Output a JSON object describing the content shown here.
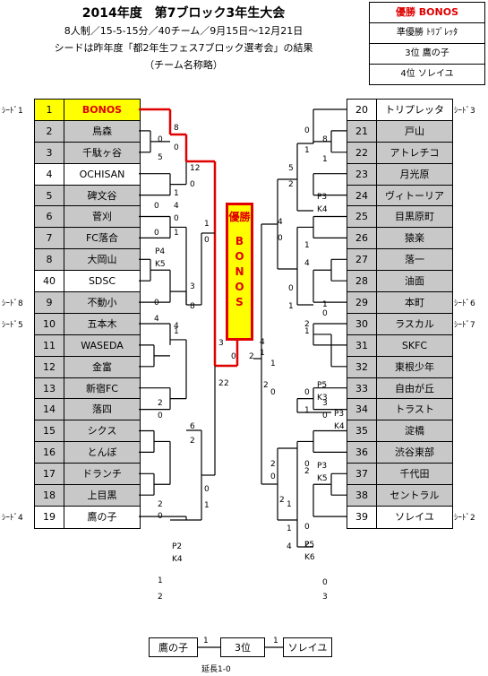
{
  "title": "2014年度　第7ブロック3年生大会",
  "subtitle1": "8人制／15-5-15分／40チーム／9月15日～12月21日",
  "subtitle2": "シードは昨年度「都2年生フェス7ブロック選考会」の結果",
  "subtitle3": "（チーム名称略）",
  "results": {
    "champion": "優勝 BONOS",
    "runner_up": "準優勝 ﾄﾘﾌﾟﾚｯﾀ",
    "third": "3位 鷹の子",
    "fourth": "4位 ソレイユ"
  },
  "champion_box": {
    "label": "優勝",
    "team_spaced": "BONOS"
  },
  "left_teams": [
    {
      "no": "1",
      "name": "BONOS",
      "seed": "ｼｰﾄﾞ1",
      "highlight": true
    },
    {
      "no": "2",
      "name": "鳥森"
    },
    {
      "no": "3",
      "name": "千駄ヶ谷"
    },
    {
      "no": "4",
      "name": "OCHISAN",
      "white": true
    },
    {
      "no": "5",
      "name": "碑文谷"
    },
    {
      "no": "6",
      "name": "菅刈"
    },
    {
      "no": "7",
      "name": "FC落合"
    },
    {
      "no": "8",
      "name": "大岡山"
    },
    {
      "no": "40",
      "name": "SDSC",
      "white": true
    },
    {
      "no": "9",
      "name": "不動小",
      "seed": "ｼｰﾄﾞ8"
    },
    {
      "no": "10",
      "name": "五本木",
      "seed": "ｼｰﾄﾞ5"
    },
    {
      "no": "11",
      "name": "WASEDA"
    },
    {
      "no": "12",
      "name": "金富"
    },
    {
      "no": "13",
      "name": "新宿FC"
    },
    {
      "no": "14",
      "name": "落四"
    },
    {
      "no": "15",
      "name": "シクス"
    },
    {
      "no": "16",
      "name": "とんぼ"
    },
    {
      "no": "17",
      "name": "ドランチ"
    },
    {
      "no": "18",
      "name": "上目黒"
    },
    {
      "no": "19",
      "name": "鷹の子",
      "seed": "ｼｰﾄﾞ4",
      "white": true
    }
  ],
  "right_teams": [
    {
      "no": "20",
      "name": "トリプレッタ",
      "seed": "ｼｰﾄﾞ3",
      "white": true
    },
    {
      "no": "21",
      "name": "戸山"
    },
    {
      "no": "22",
      "name": "アトレチコ"
    },
    {
      "no": "23",
      "name": "月光原"
    },
    {
      "no": "24",
      "name": "ヴィトーリア"
    },
    {
      "no": "25",
      "name": "目黒原町"
    },
    {
      "no": "26",
      "name": "猿楽"
    },
    {
      "no": "27",
      "name": "落一"
    },
    {
      "no": "28",
      "name": "油面"
    },
    {
      "no": "29",
      "name": "本町",
      "seed": "ｼｰﾄﾞ6"
    },
    {
      "no": "30",
      "name": "ラスカル",
      "seed": "ｼｰﾄﾞ7"
    },
    {
      "no": "31",
      "name": "SKFC"
    },
    {
      "no": "32",
      "name": "東根少年"
    },
    {
      "no": "33",
      "name": "自由が丘"
    },
    {
      "no": "34",
      "name": "トラスト"
    },
    {
      "no": "35",
      "name": "淀橋"
    },
    {
      "no": "36",
      "name": "渋谷東部"
    },
    {
      "no": "37",
      "name": "千代田"
    },
    {
      "no": "38",
      "name": "セントラル"
    },
    {
      "no": "39",
      "name": "ソレイユ",
      "seed": "ｼｰﾄﾞ2",
      "white": true
    }
  ],
  "third_place": {
    "left_team": "鷹の子",
    "left_score": "1",
    "label": "3位",
    "right_team": "ソレイユ",
    "right_score": "1",
    "note": "延長1-0"
  },
  "score_labels": [
    "0",
    "5",
    "8",
    "0",
    "1",
    "0",
    "12",
    "0",
    "1",
    "0",
    "3",
    "8",
    "0",
    "4",
    "4",
    "1",
    "3",
    "0",
    "0",
    "4",
    "0",
    "1",
    "6",
    "2",
    "0",
    "1",
    "2",
    "0",
    "2",
    "0",
    "1",
    "2",
    "2",
    "0",
    "1",
    "8",
    "1",
    "5",
    "2",
    "4",
    "0",
    "1",
    "4",
    "0",
    "1",
    "1",
    "0",
    "2",
    "1",
    "4",
    "2",
    "1",
    "0",
    "1",
    "3",
    "0",
    "2",
    "0",
    "1",
    "4",
    "0",
    "3",
    "0",
    "2",
    "2",
    "0",
    "2",
    "1",
    "1",
    "2",
    "0",
    "2"
  ],
  "pk_labels": [
    "P4",
    "K5",
    "P2",
    "K4",
    "P3",
    "K4",
    "P5",
    "K3",
    "P3",
    "K4",
    "P3",
    "K5",
    "P5",
    "K6"
  ]
}
